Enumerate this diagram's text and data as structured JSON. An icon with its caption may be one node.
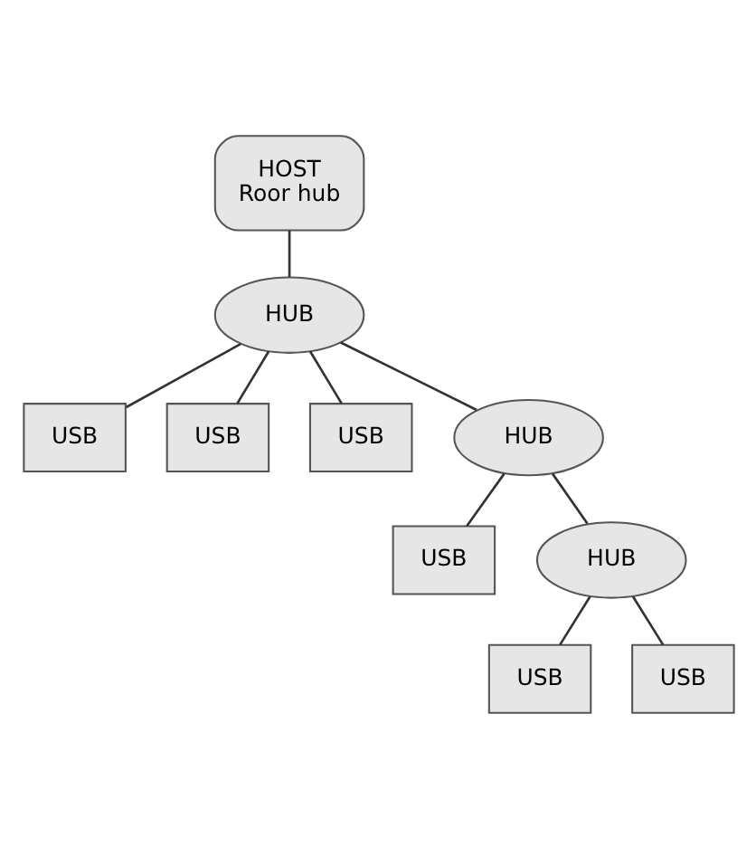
{
  "diagram": {
    "nodes": [
      {
        "text": [
          "HOST",
          "Roor hub"
        ]
      },
      {
        "text": [
          "HUB"
        ]
      },
      {
        "text": [
          "USB"
        ]
      },
      {
        "text": [
          "USB"
        ]
      },
      {
        "text": [
          "USB"
        ]
      },
      {
        "text": [
          "HUB"
        ]
      },
      {
        "text": [
          "USB"
        ]
      },
      {
        "text": [
          "HUB"
        ]
      },
      {
        "text": [
          "USB"
        ]
      },
      {
        "text": [
          "USB"
        ]
      }
    ],
    "edges": [
      {
        "from": 0,
        "to": 1,
        "arrow": "none"
      },
      {
        "from": 1,
        "to": 2,
        "arrow": "none"
      },
      {
        "from": 1,
        "to": 3,
        "arrow": "none"
      },
      {
        "from": 1,
        "to": 5,
        "arrow": "none"
      },
      {
        "from": 1,
        "to": 4,
        "arrow": "none"
      },
      {
        "from": 5,
        "to": 7,
        "arrow": "none"
      },
      {
        "from": 5,
        "to": 6,
        "arrow": "none"
      },
      {
        "from": 7,
        "to": 8,
        "arrow": "none"
      },
      {
        "from": 7,
        "to": 9,
        "arrow": "none"
      }
    ]
  }
}
